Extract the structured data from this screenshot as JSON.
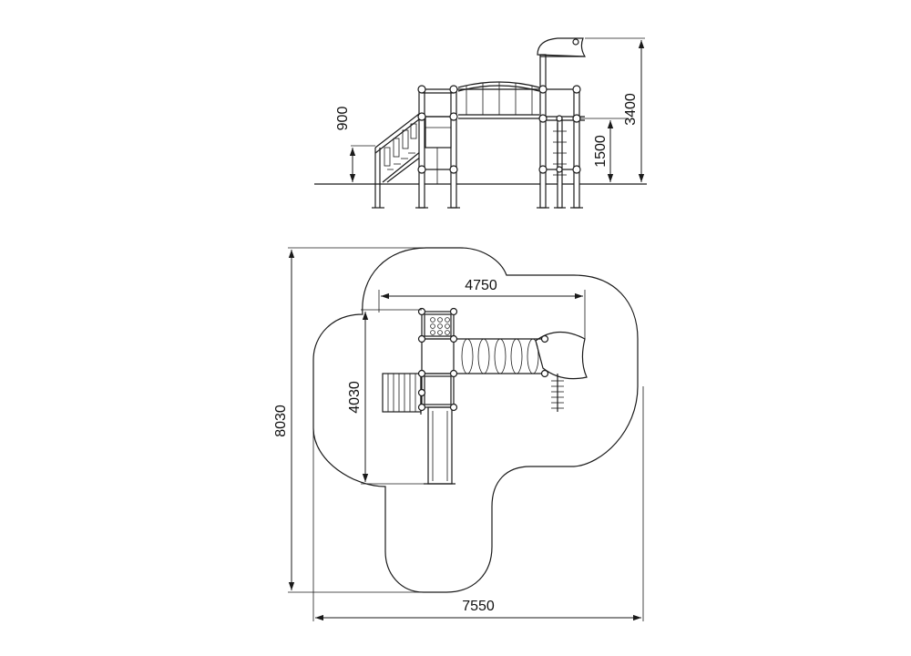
{
  "dimensions": {
    "overall_height": "3400",
    "platform_high": "1500",
    "platform_low": "900",
    "structure_width": "4750",
    "structure_depth": "4030",
    "zone_depth": "8030",
    "zone_width": "7550"
  },
  "colors": {
    "line": "#1a1a1a",
    "background": "#ffffff"
  }
}
